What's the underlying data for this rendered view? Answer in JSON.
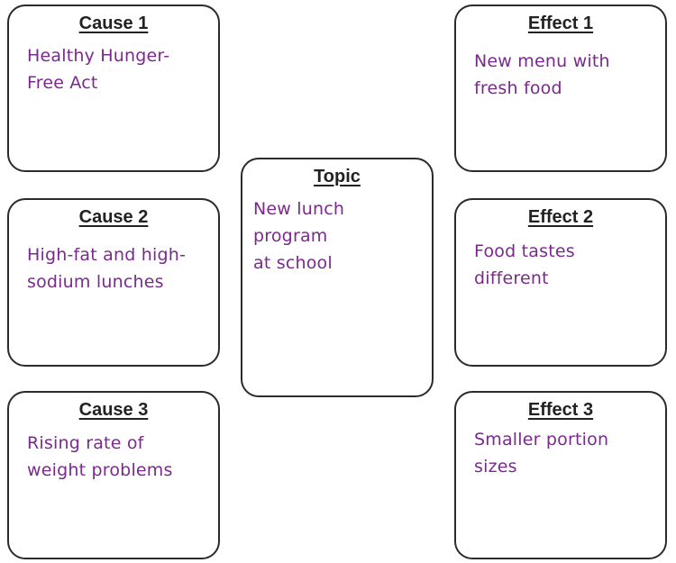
{
  "colors": {
    "border": "#2b2b2b",
    "title_text": "#222222",
    "handwritten_text": "#7a2a8c"
  },
  "causes": [
    {
      "title": "Cause 1",
      "text_lines": [
        "Healthy Hunger-",
        "Free Act"
      ]
    },
    {
      "title": "Cause 2",
      "text_lines": [
        "High-fat and high-",
        "sodium lunches"
      ]
    },
    {
      "title": "Cause 3",
      "text_lines": [
        "Rising rate of",
        "weight problems"
      ]
    }
  ],
  "topic": {
    "title": "Topic",
    "text_lines": [
      "New lunch program",
      "at school"
    ]
  },
  "effects": [
    {
      "title": "Effect 1",
      "text_lines": [
        "New menu with",
        "fresh food"
      ]
    },
    {
      "title": "Effect 2",
      "text_lines": [
        "Food tastes",
        "different"
      ]
    },
    {
      "title": "Effect 3",
      "text_lines": [
        "Smaller portion",
        "sizes"
      ]
    }
  ]
}
